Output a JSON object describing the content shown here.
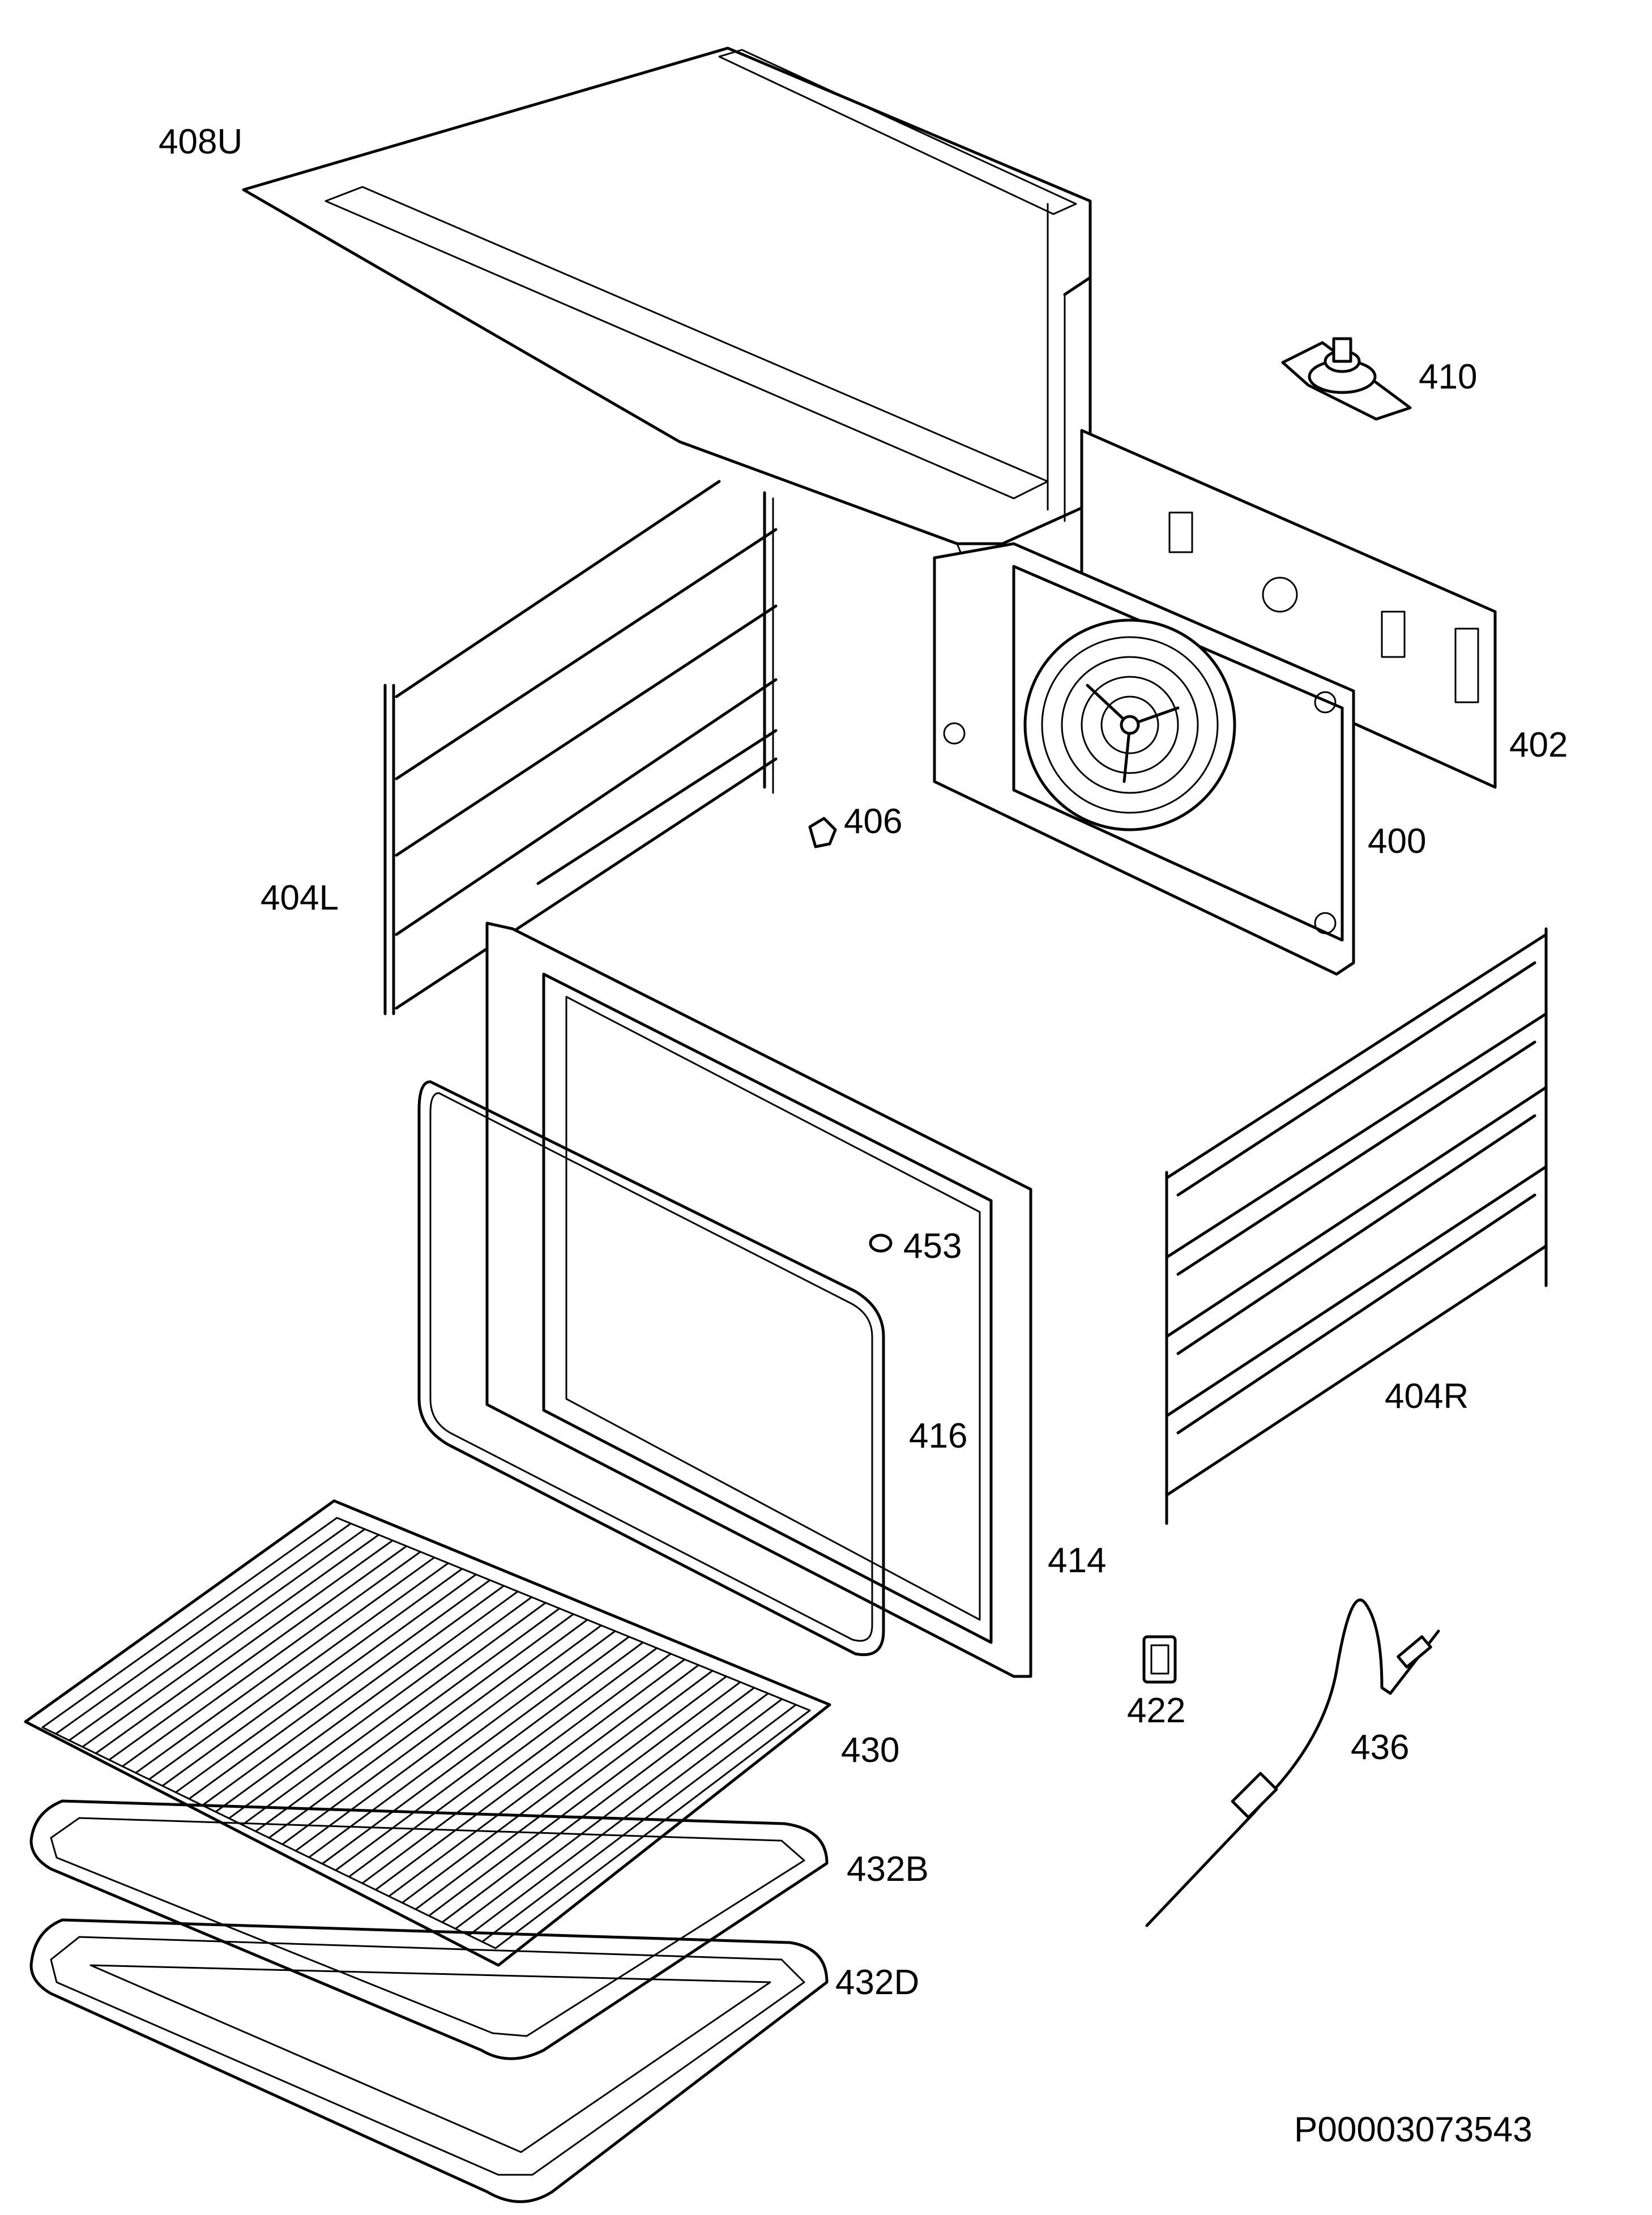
{
  "labels": {
    "p408u": "408U",
    "p410": "410",
    "p402": "402",
    "p406": "406",
    "p400": "400",
    "p404l": "404L",
    "p453": "453",
    "p404r": "404R",
    "p416": "416",
    "p414": "414",
    "p422": "422",
    "p436": "436",
    "p430": "430",
    "p432b": "432B",
    "p432d": "432D"
  },
  "drawing_code": "P00003073543"
}
